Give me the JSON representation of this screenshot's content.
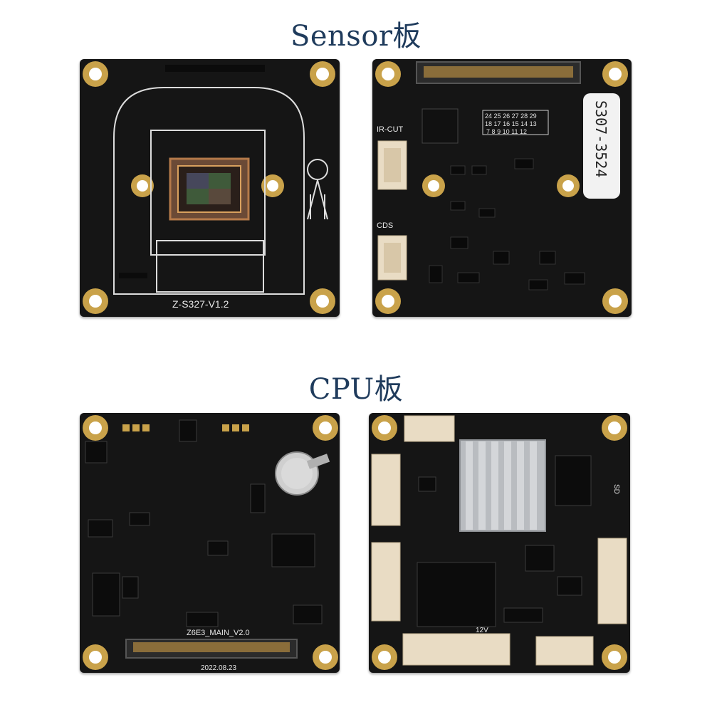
{
  "headings": {
    "sensor": "Sensor板",
    "cpu": "CPU板"
  },
  "sensor_front": {
    "model_label": "Z-S327-V1.2"
  },
  "sensor_back": {
    "sticker_text": "S307-3524",
    "ircut_label": "IR-CUT",
    "cds_label": "CDS",
    "pin_grid_row1": [
      "24",
      "25",
      "26",
      "27",
      "28",
      "29"
    ],
    "pin_grid_row2": [
      "18",
      "17",
      "16",
      "15",
      "14",
      "13"
    ],
    "pin_grid_row3": [
      "7",
      "8",
      "9",
      "10",
      "11",
      "12"
    ]
  },
  "cpu_front": {
    "model_label": "Z6E3_MAIN_V2.0",
    "date_label": "2022.08.23"
  },
  "cpu_back": {
    "voltage_label": "12V",
    "sd_label": "SD"
  },
  "colors": {
    "pcb": "#151515",
    "gold_pad": "#c9a24a",
    "heading": "#1f3b5c",
    "connector": "#e9dcc4",
    "heatsink": "#b9bcc0"
  }
}
